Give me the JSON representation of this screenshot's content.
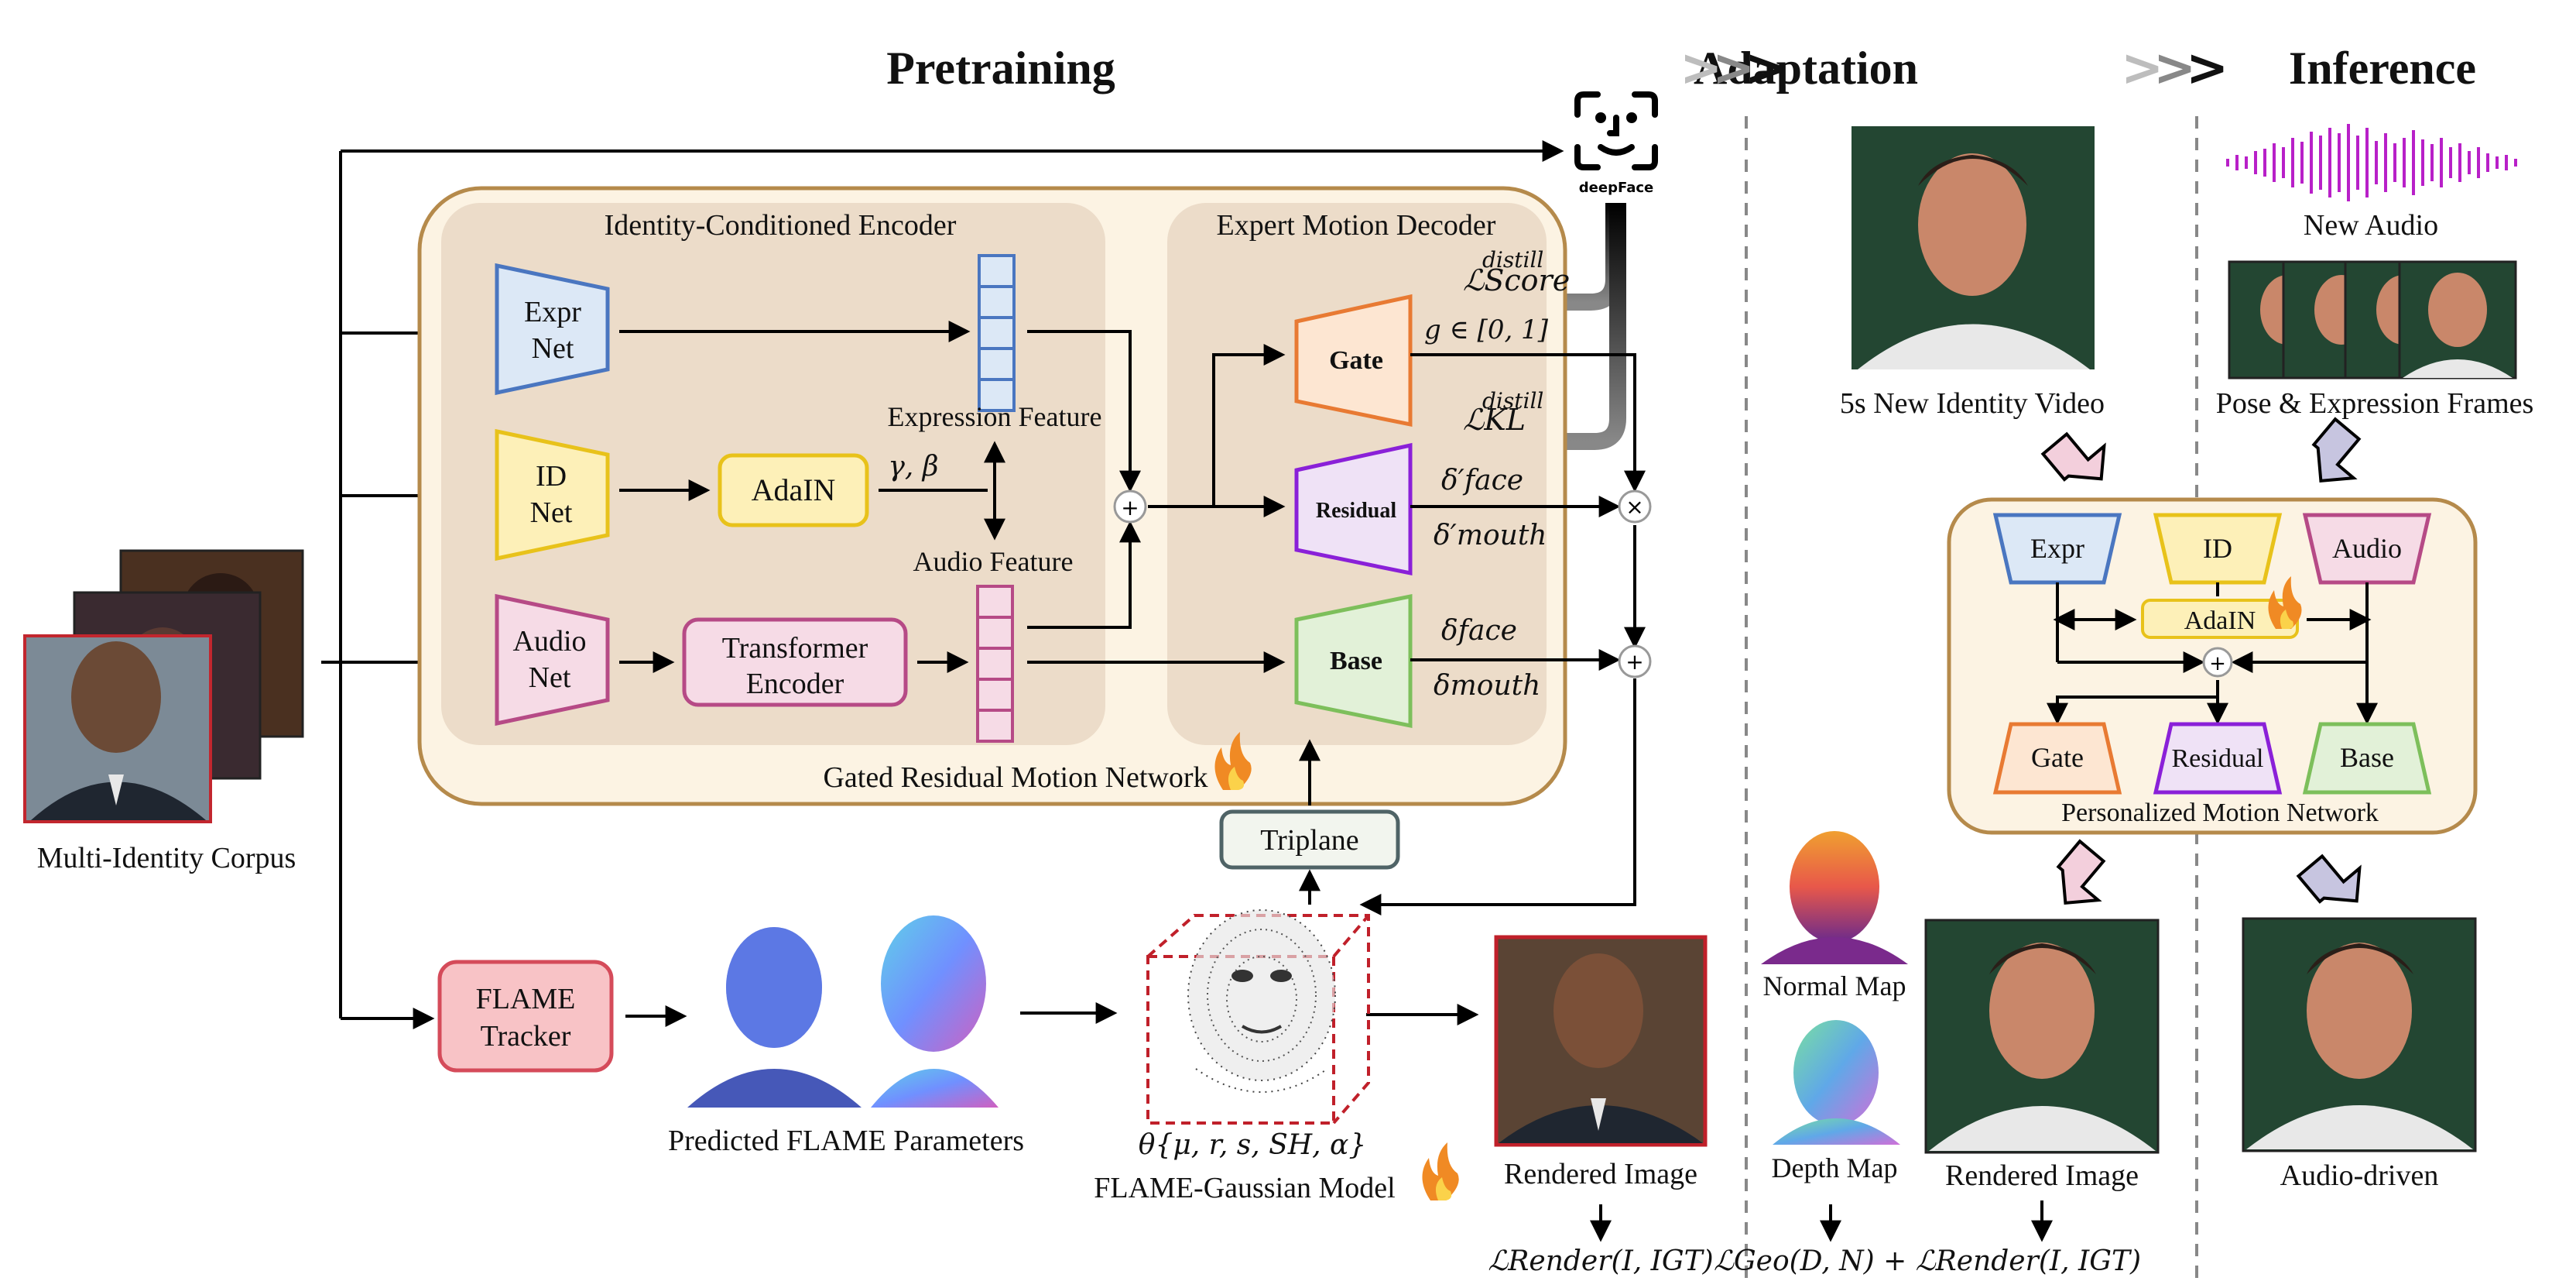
{
  "sections": {
    "pretraining": "Pretraining",
    "adaptation": "Adaptation",
    "inference": "Inference",
    "separator": ">>>"
  },
  "corpus_label": "Multi-Identity Corpus",
  "deepface_label": "deepFace",
  "grmn": {
    "title": "Gated Residual Motion Network",
    "encoder_title": "Identity-Conditioned Encoder",
    "decoder_title": "Expert Motion Decoder",
    "expr_net": [
      "Expr",
      "Net"
    ],
    "id_net": [
      "ID",
      "Net"
    ],
    "audio_net": [
      "Audio",
      "Net"
    ],
    "adain": "AdaIN",
    "gamma_beta": "γ, β",
    "transformer": [
      "Transformer",
      "Encoder"
    ],
    "expression_feature": "Expression Feature",
    "audio_feature": "Audio Feature",
    "gate": "Gate",
    "residual": "Residual",
    "base": "Base",
    "loss_score": "ℒScore",
    "loss_score_sup": "distill",
    "loss_kl": "ℒKL",
    "loss_kl_sup": "distill",
    "g_range": "g ∈ [0, 1]",
    "delta_face_prime": "δ′face",
    "delta_mouth_prime": "δ′mouth",
    "delta_face": "δface",
    "delta_mouth": "δmouth"
  },
  "triplane": "Triplane",
  "flame_tracker": [
    "FLAME",
    "Tracker"
  ],
  "predicted_flame": "Predicted FLAME Parameters",
  "theta": "θ{μ, r, s, SH, α}",
  "flame_gaussian": "FLAME-Gaussian Model",
  "rendered_image": "Rendered Image",
  "loss_render": "ℒRender(I, IGT)",
  "adaptation": {
    "video_label": "5s New Identity Video",
    "normal_map": "Normal Map",
    "depth_map": "Depth Map",
    "rendered_image": "Rendered Image",
    "loss": "ℒGeo(D, N) + ℒRender(I, IGT)"
  },
  "inference": {
    "new_audio": "New Audio",
    "frames_label": "Pose & Expression Frames",
    "output_label": "Audio-driven"
  },
  "pmn": {
    "title": "Personalized Motion Network",
    "expr": "Expr",
    "id": "ID",
    "audio": "Audio",
    "adain": "AdaIN",
    "gate": "Gate",
    "residual": "Residual",
    "base": "Base"
  },
  "colors": {
    "expr_fill": "#dce8f6",
    "expr_stroke": "#4a76c0",
    "id_fill": "#fdf0b8",
    "id_stroke": "#e8c21a",
    "audio_fill": "#f6dbe6",
    "audio_stroke": "#b64a86",
    "gate_fill": "#fde6d2",
    "gate_stroke": "#e87a33",
    "residual_fill": "#efe2f6",
    "residual_stroke": "#8a20d8",
    "base_fill": "#e2f1d8",
    "base_stroke": "#7dbf5b",
    "grmn_outer": "#fcf3e3",
    "grmn_border": "#b58a4b",
    "encoder_panel": "#ecdcc9",
    "flame_fill": "#f8c3c6",
    "flame_stroke": "#d54b5a",
    "triplane_fill": "#f2f5ee",
    "triplane_stroke": "#4f6366",
    "gaussian_box": "#c0202a",
    "adapt_arrow": "#f3cfdc",
    "infer_arrow": "#c7c5e0"
  }
}
